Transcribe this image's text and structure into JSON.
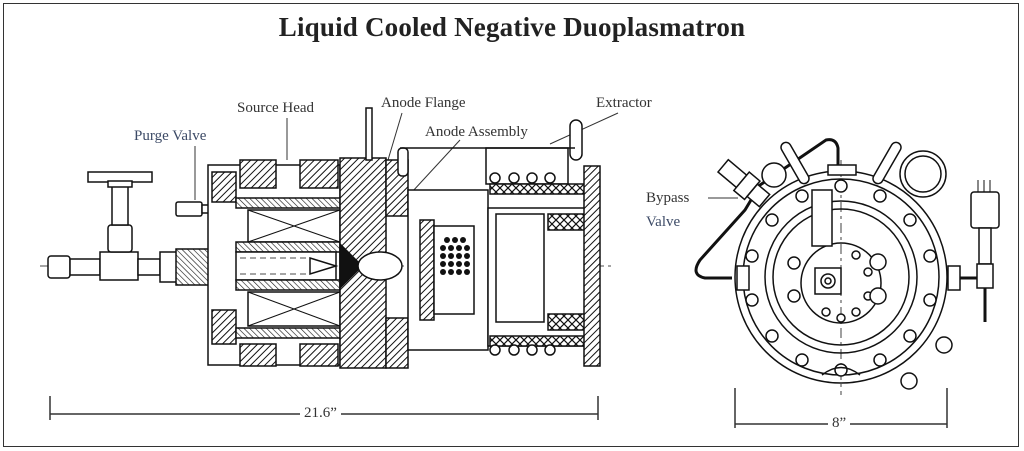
{
  "title": "Liquid Cooled Negative Duoplasmatron",
  "labels": {
    "purge_valve": "Purge Valve",
    "source_head": "Source Head",
    "anode_flange": "Anode Flange",
    "anode_assembly": "Anode Assembly",
    "extractor": "Extractor",
    "bypass_valve_line1": "Bypass",
    "bypass_valve_line2": "Valve"
  },
  "dimensions": {
    "side_view_length": "21.6”",
    "end_view_diameter": "8”"
  },
  "views": [
    "side-section-view",
    "end-view"
  ]
}
